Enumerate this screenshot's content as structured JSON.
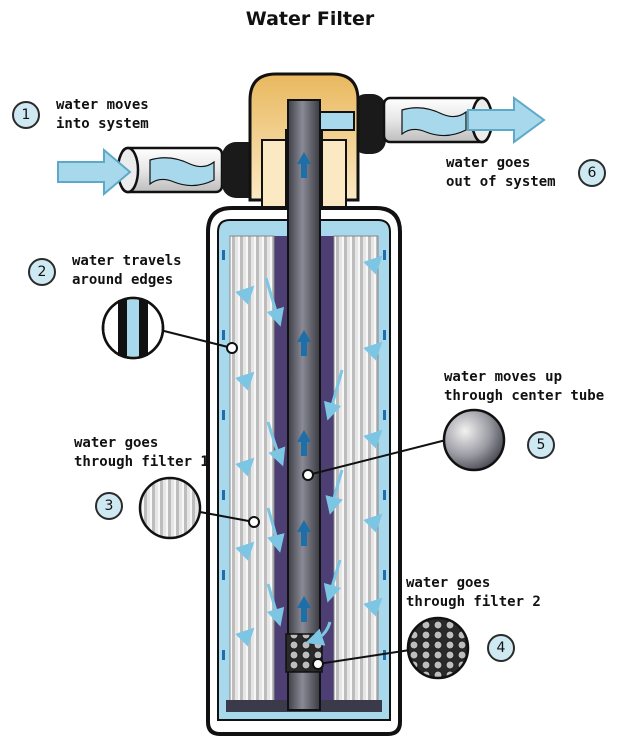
{
  "title": "Water Filter",
  "steps": [
    {
      "number": "1",
      "text_lines": [
        "water moves",
        "into system"
      ]
    },
    {
      "number": "2",
      "text_lines": [
        "water travels",
        "around edges"
      ]
    },
    {
      "number": "3",
      "text_lines": [
        "water goes",
        "through filter 1"
      ]
    },
    {
      "number": "4",
      "text_lines": [
        "water goes",
        "through filter 2"
      ]
    },
    {
      "number": "5",
      "text_lines": [
        "water moves up",
        "through center tube"
      ]
    },
    {
      "number": "6",
      "text_lines": [
        "water goes",
        "out of system"
      ]
    }
  ],
  "colors": {
    "water": "#a8d8ec",
    "arrow": "#7cc6e4",
    "cap": "#f2cf86",
    "tube": "#5a5a66",
    "cavity": "#4d3f73",
    "pleat": "#d8d8d8",
    "outline": "#111111"
  }
}
